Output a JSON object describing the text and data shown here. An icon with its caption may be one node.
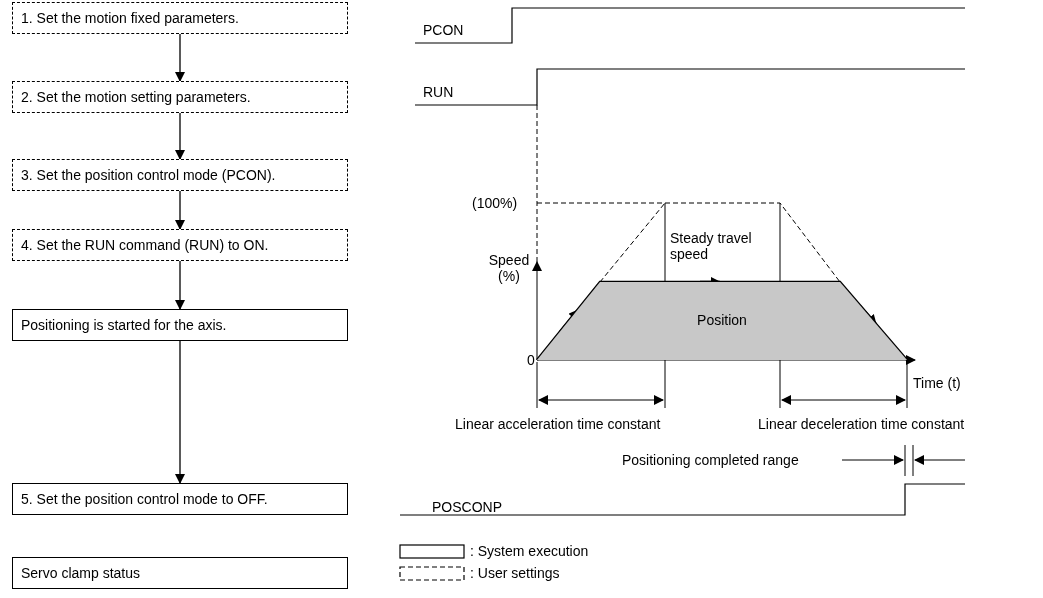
{
  "diagram": {
    "nodes": [
      {
        "text": [
          "1. Set the motion fixed parameters."
        ]
      },
      {
        "text": [
          "2. Set the motion setting parameters."
        ]
      },
      {
        "text": [
          "3. Set the position control mode (PCON)."
        ]
      },
      {
        "text": [
          "4. Set the RUN command (RUN) to ON."
        ]
      },
      {
        "text": [
          "Positioning is started for the axis."
        ]
      },
      {
        "text": [
          "5. Set the position control mode to OFF."
        ]
      },
      {
        "text": [
          "Servo clamp status"
        ]
      },
      {
        "text": [
          "Position"
        ]
      }
    ],
    "edges": [
      {
        "from": 0,
        "to": 1,
        "arrow": "to"
      },
      {
        "from": 1,
        "to": 2,
        "arrow": "to"
      },
      {
        "from": 2,
        "to": 3,
        "arrow": "to"
      },
      {
        "from": 3,
        "to": 4,
        "arrow": "to"
      },
      {
        "from": 4,
        "to": 5,
        "arrow": "to"
      }
    ],
    "labels": [
      "PCON",
      "RUN",
      "Speed (%)",
      "(100%)",
      "Steady travel speed",
      "0",
      "Time (t)",
      "Linear acceleration time constant",
      "Linear deceleration time constant",
      "Positioning completed range",
      "POSCONP"
    ],
    "legend": [
      {
        "text": ": System execution"
      },
      {
        "text": ": User settings"
      }
    ]
  }
}
